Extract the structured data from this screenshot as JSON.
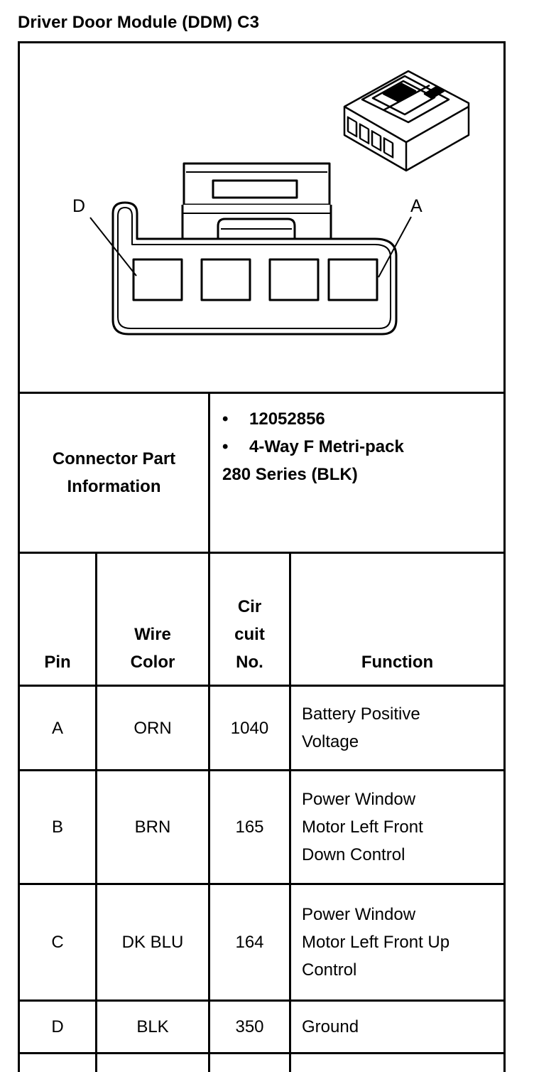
{
  "title": "Driver Door Module (DDM) C3",
  "diagram": {
    "callout_left": "D",
    "callout_right": "A",
    "icons": [
      "connector-front-view-icon",
      "connector-isometric-icon"
    ]
  },
  "connector_info": {
    "label_line1": "Connector Part",
    "label_line2": "Information",
    "bullet_symbol": "•",
    "part_number": "12052856",
    "description_line1": "4-Way F Metri-pack",
    "description_line2": "280 Series (BLK)"
  },
  "table": {
    "headers": {
      "pin": "Pin",
      "wire_color_line1": "Wire",
      "wire_color_line2": "Color",
      "circuit_line1": "Cir",
      "circuit_line2": "cuit",
      "circuit_line3": "No.",
      "function": "Function"
    },
    "rows": [
      {
        "pin": "A",
        "wire_color": "ORN",
        "circuit": "1040",
        "function_lines": [
          "Battery Positive",
          "Voltage"
        ]
      },
      {
        "pin": "B",
        "wire_color": "BRN",
        "circuit": "165",
        "function_lines": [
          "Power Window",
          "Motor Left Front",
          "Down Control"
        ]
      },
      {
        "pin": "C",
        "wire_color": "DK BLU",
        "circuit": "164",
        "function_lines": [
          "Power Window",
          "Motor Left Front Up",
          "Control"
        ]
      },
      {
        "pin": "D",
        "wire_color": "BLK",
        "circuit": "350",
        "function_lines": [
          "Ground"
        ]
      }
    ]
  }
}
